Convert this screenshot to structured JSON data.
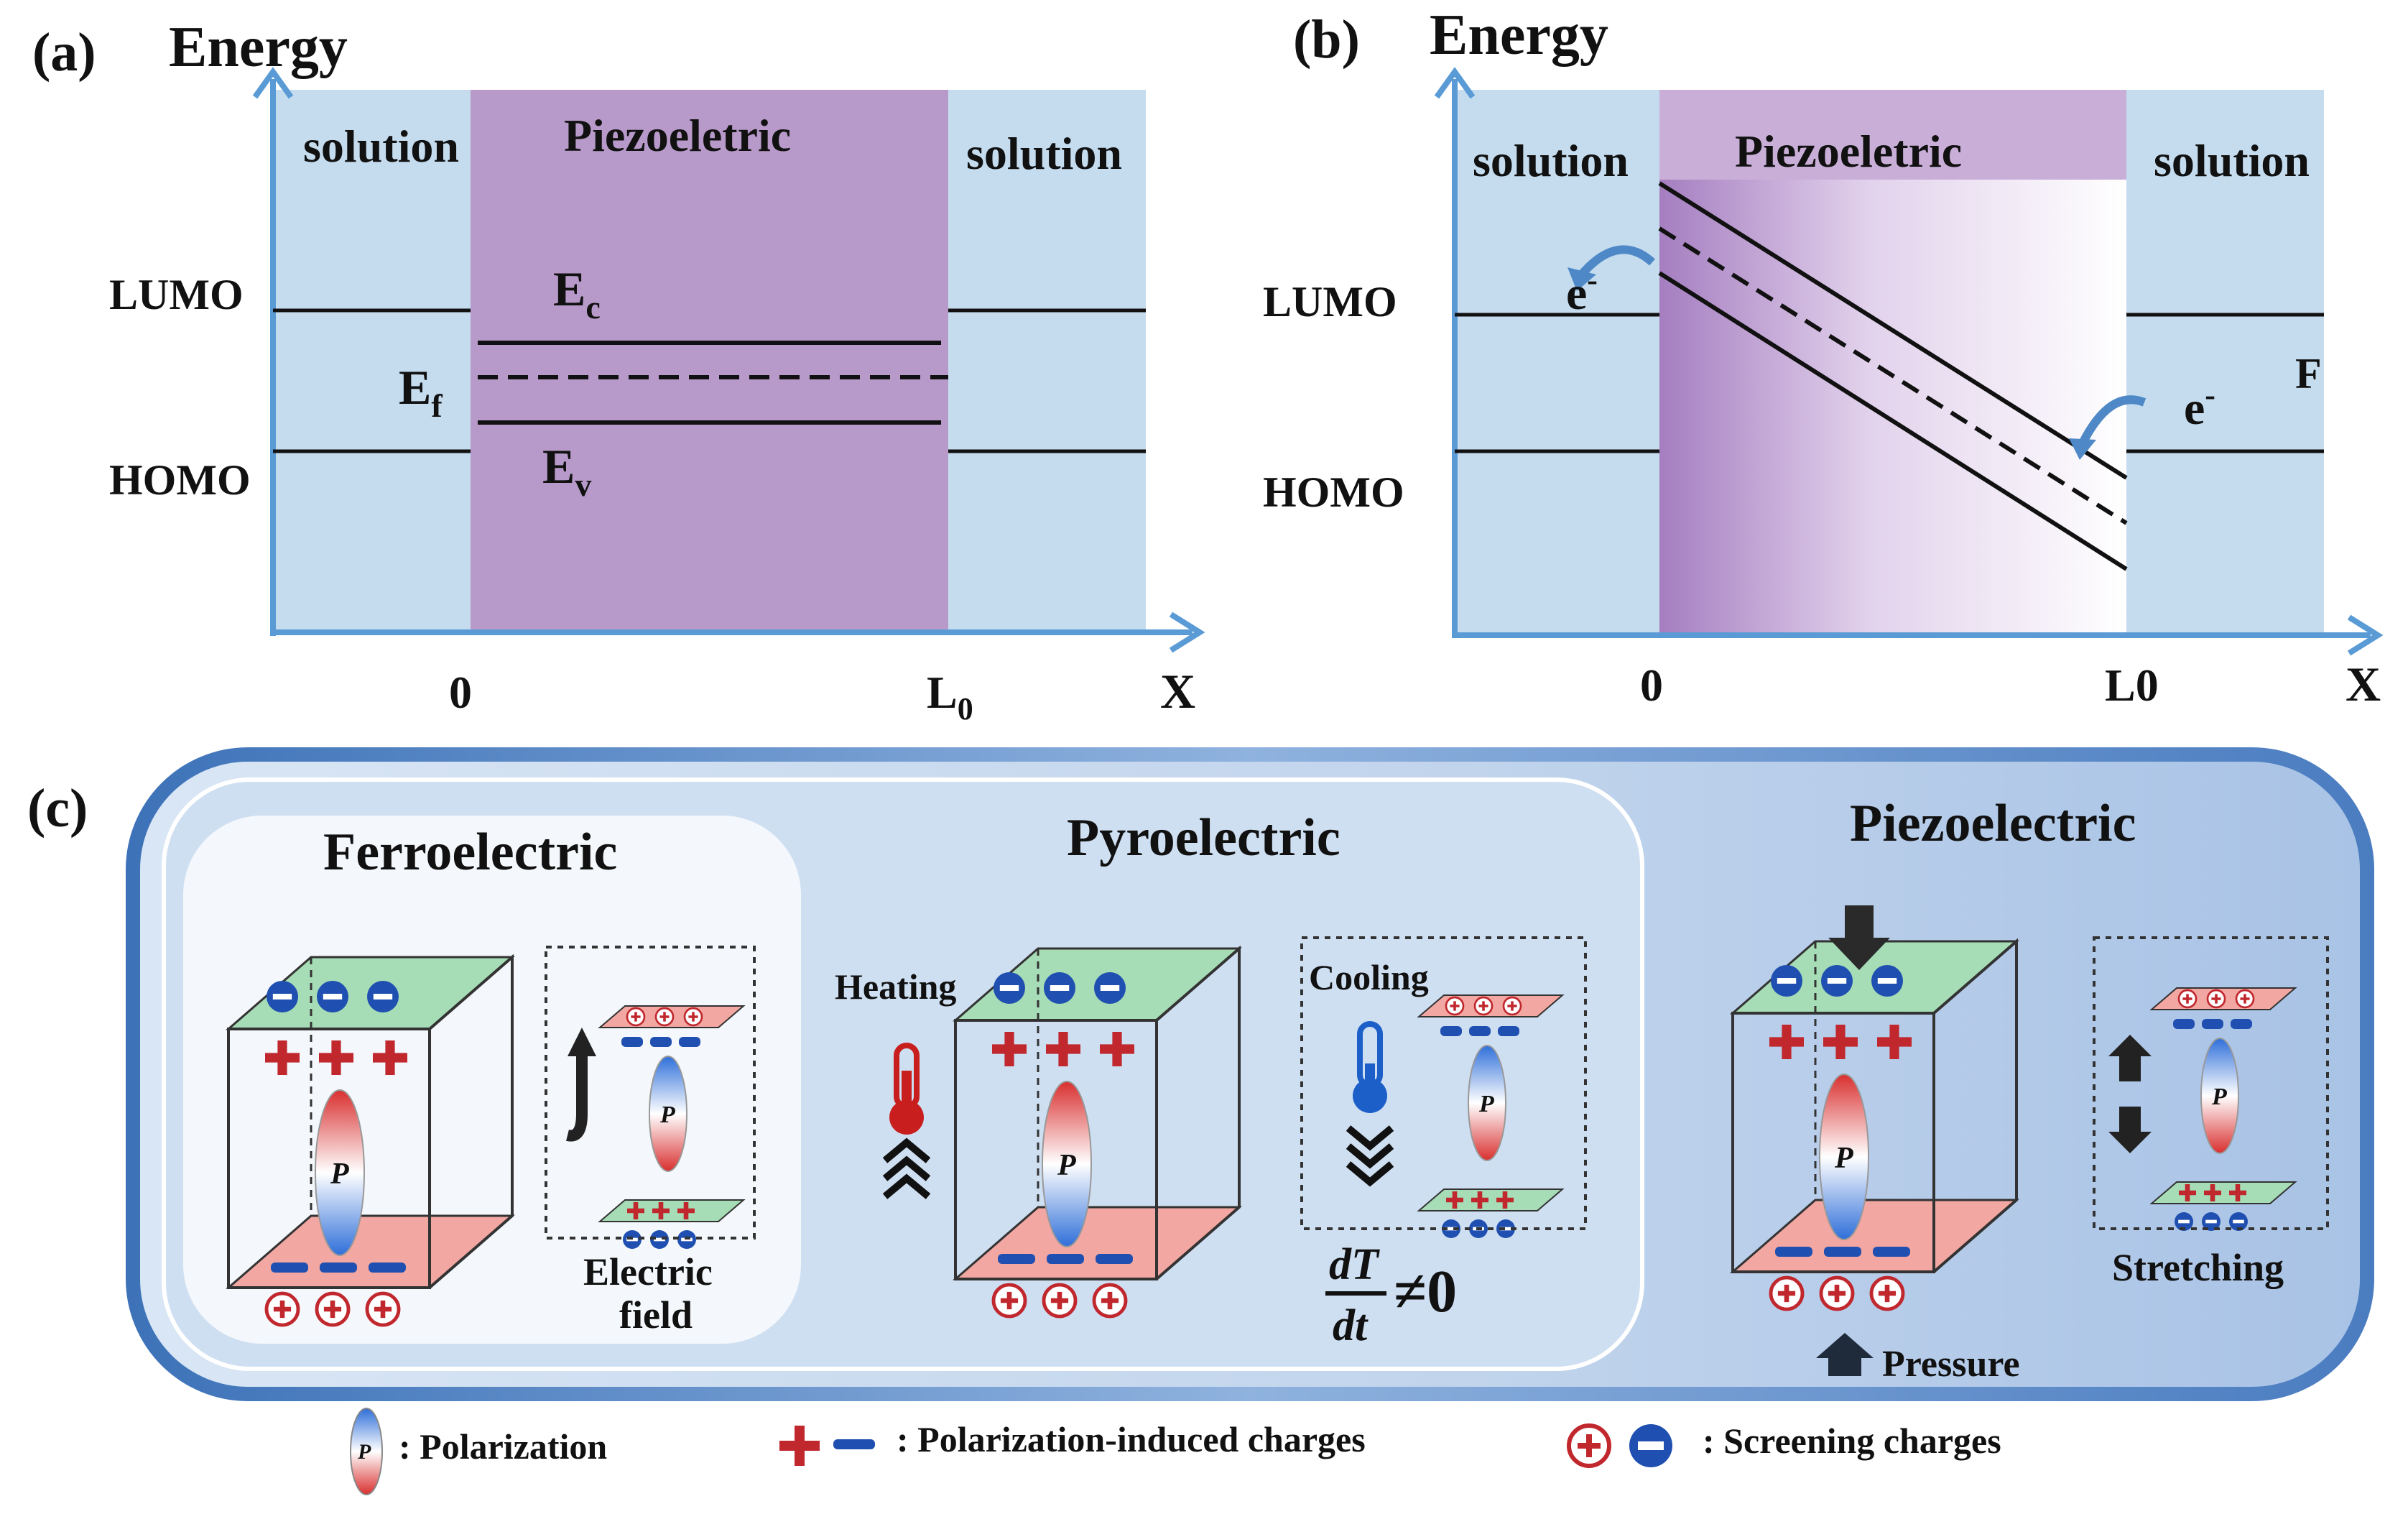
{
  "panel_a": {
    "label": "(a)",
    "axis_y": "Energy",
    "axis_x": "X",
    "solution_left": "solution",
    "solution_right": "solution",
    "middle": "Piezoeletric",
    "lumo": "LUMO",
    "homo": "HOMO",
    "ec": "E",
    "ec_sub": "c",
    "ef": "E",
    "ef_sub": "f",
    "ev": "E",
    "ev_sub": "v",
    "tick_0": "0",
    "tick_l0": "L",
    "tick_l0_sub": "0"
  },
  "panel_b": {
    "label": "(b)",
    "axis_y": "Energy",
    "axis_x": "X",
    "solution_left": "solution",
    "solution_right": "solution",
    "middle": "Piezoeletric",
    "lumo": "LUMO",
    "homo": "HOMO",
    "electron_left": "e",
    "electron_right": "e",
    "electron_sup": "-",
    "f_mark": "F",
    "tick_0": "0",
    "tick_l0": "L0"
  },
  "panel_c": {
    "label": "(c)",
    "ferro_title": "Ferroelectric",
    "pyro_title": "Pyroelectric",
    "piezo_title": "Piezoelectric",
    "electric_field_1": "Electric",
    "electric_field_2": "field",
    "heating": "Heating",
    "cooling": "Cooling",
    "dT": "dT",
    "dt": "dt",
    "neq0": "≠0",
    "stretching": "Stretching",
    "pressure": "Pressure",
    "p_symbol": "P"
  },
  "legend": {
    "polarization": ":  Polarization",
    "induced": ":  Polarization-induced charges",
    "screening": ":  Screening charges"
  },
  "colors": {
    "solution_bg": "#c5dcef",
    "piezo_bg": "#b79ac9",
    "axis": "#5b9bd5",
    "charge_red": "#c0282e",
    "charge_blue": "#1f4fb0",
    "top_face": "#a6dcb6",
    "bottom_face": "#f2a7a2"
  }
}
